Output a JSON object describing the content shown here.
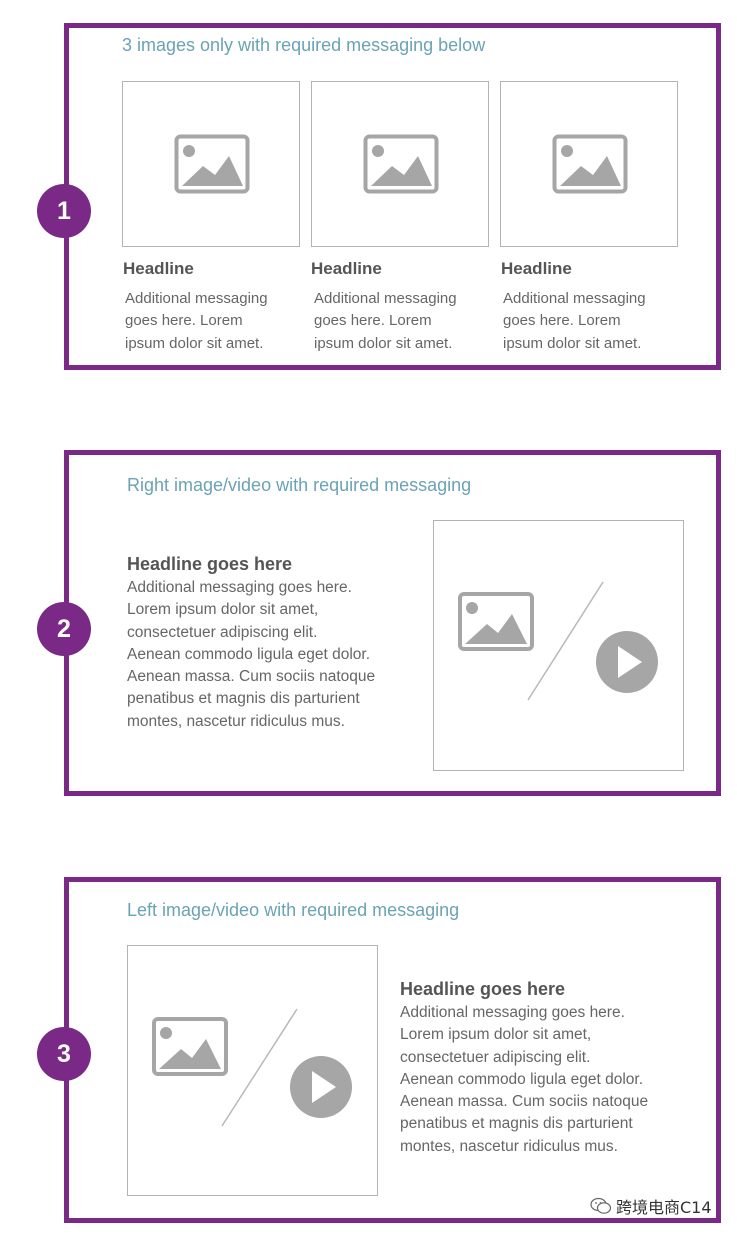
{
  "accent_color": "#7a2a86",
  "title_color": "#6aa3b5",
  "panels": [
    {
      "number": "1",
      "title": "3 images only with required messaging below",
      "cards": [
        {
          "headline": "Headline",
          "body": "Additional messaging\ngoes here. Lorem\nipsum dolor sit amet.",
          "icon": "image-icon"
        },
        {
          "headline": "Headline",
          "body": "Additional messaging\ngoes here. Lorem\nipsum dolor sit amet.",
          "icon": "image-icon"
        },
        {
          "headline": "Headline",
          "body": "Additional messaging\ngoes here. Lorem\nipsum dolor sit amet.",
          "icon": "image-icon"
        }
      ]
    },
    {
      "number": "2",
      "title": "Right image/video with required messaging",
      "headline": "Headline goes here",
      "body": "Additional messaging goes here.\nLorem ipsum dolor sit amet,\nconsectetuer adipiscing elit.\nAenean commodo ligula eget dolor.\nAenean massa. Cum sociis natoque\npenatibus et magnis dis parturient\nmontes, nascetur ridiculus mus.",
      "media_icons": [
        "image-icon",
        "play-icon"
      ]
    },
    {
      "number": "3",
      "title": "Left image/video with required messaging",
      "headline": "Headline goes here",
      "body": "Additional messaging goes here.\nLorem ipsum dolor sit amet,\nconsectetuer adipiscing elit.\nAenean commodo ligula eget dolor.\nAenean massa. Cum sociis natoque\npenatibus et magnis dis parturient\nmontes, nascetur ridiculus mus.",
      "media_icons": [
        "image-icon",
        "play-icon"
      ]
    }
  ],
  "watermark": {
    "text": "跨境电商C14",
    "icon": "wechat-icon"
  }
}
